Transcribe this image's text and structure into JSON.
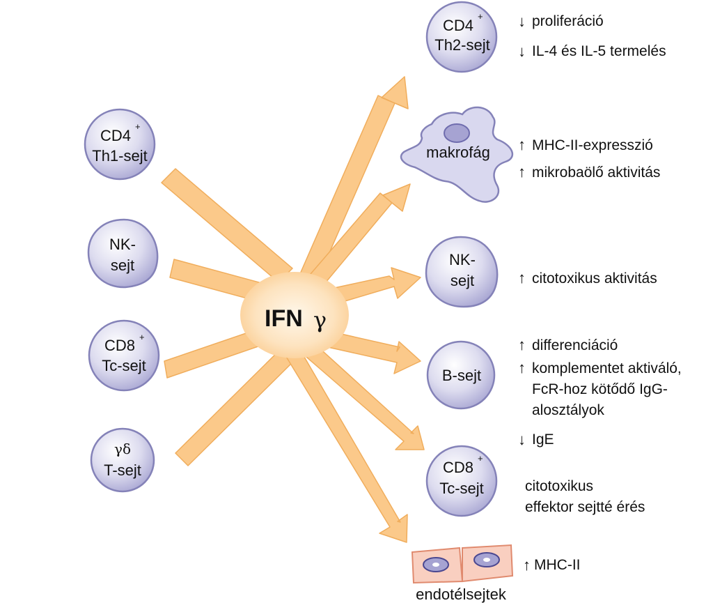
{
  "colors": {
    "ray_fill": "#fbc98a",
    "ray_stroke": "#f0ad5c",
    "cell_fill": "#d8d7ec",
    "cell_stroke": "#8482b8",
    "nucleus_fill": "#a6a3d2",
    "endothelial_fill": "#f9cfc0",
    "endothelial_stroke": "#e08a6e"
  },
  "center": {
    "label": "IFN",
    "symbol": "γ"
  },
  "sources": [
    {
      "line1": "CD4",
      "sup": "+",
      "line2": "Th1-sejt"
    },
    {
      "line1": "NK-",
      "line2": "sejt"
    },
    {
      "line1": "CD8",
      "sup": "+",
      "line2": "Tc-sejt"
    },
    {
      "line1": "γδ",
      "line2": "T-sejt"
    }
  ],
  "targets": {
    "th2": {
      "line1": "CD4",
      "sup": "+",
      "line2": "Th2-sejt"
    },
    "macrophage": {
      "label": "makrofág"
    },
    "nk": {
      "line1": "NK-",
      "line2": "sejt"
    },
    "b": {
      "label": "B-sejt"
    },
    "cd8": {
      "line1": "CD8",
      "sup": "+",
      "line2": "Tc-sejt"
    },
    "endothelial": {
      "label": "endotélsejtek"
    }
  },
  "effects": {
    "th2": [
      {
        "dir": "↓",
        "text": "proliferáció"
      },
      {
        "dir": "↓",
        "text": "IL-4 és IL-5 termelés"
      }
    ],
    "macrophage": [
      {
        "dir": "↑",
        "text": "MHC-II-expresszió"
      },
      {
        "dir": "↑",
        "text": "mikrobaölő aktivitás"
      }
    ],
    "nk": [
      {
        "dir": "↑",
        "text": "citotoxikus aktivitás"
      }
    ],
    "b": [
      {
        "dir": "↑",
        "text": "differenciáció"
      },
      {
        "dir": "↑",
        "lines": [
          "komplementet aktiváló,",
          "FcR-hoz kötődő IgG-",
          "alosztályok"
        ]
      },
      {
        "dir": "↓",
        "text": "IgE"
      }
    ],
    "cd8": {
      "lines": [
        "citotoxikus",
        "effektor sejtté érés"
      ]
    },
    "endothelial": {
      "dir": "↑",
      "text": "MHC-II"
    }
  }
}
